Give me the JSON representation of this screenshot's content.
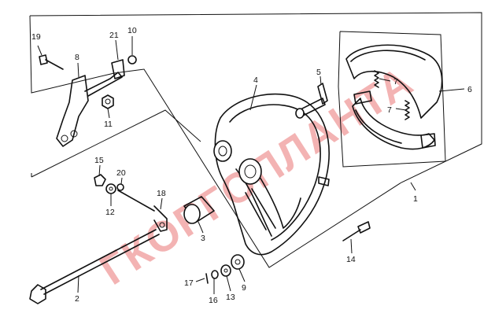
{
  "watermark": "ГКОРГОПЛАНТА",
  "labels": {
    "p1": "1",
    "p2": "2",
    "p3": "3",
    "p4": "4",
    "p5": "5",
    "p6": "6",
    "p7a": "7",
    "p7b": "7",
    "p8": "8",
    "p9": "9",
    "p10": "10",
    "p11": "11",
    "p12": "12",
    "p13": "13",
    "p14": "14",
    "p15": "15",
    "p16": "16",
    "p17": "17",
    "p18": "18",
    "p19": "19",
    "p20": "20",
    "p21": "21"
  },
  "colors": {
    "ink": "#111111",
    "watermark": "#e23a3a",
    "background": "#ffffff"
  }
}
